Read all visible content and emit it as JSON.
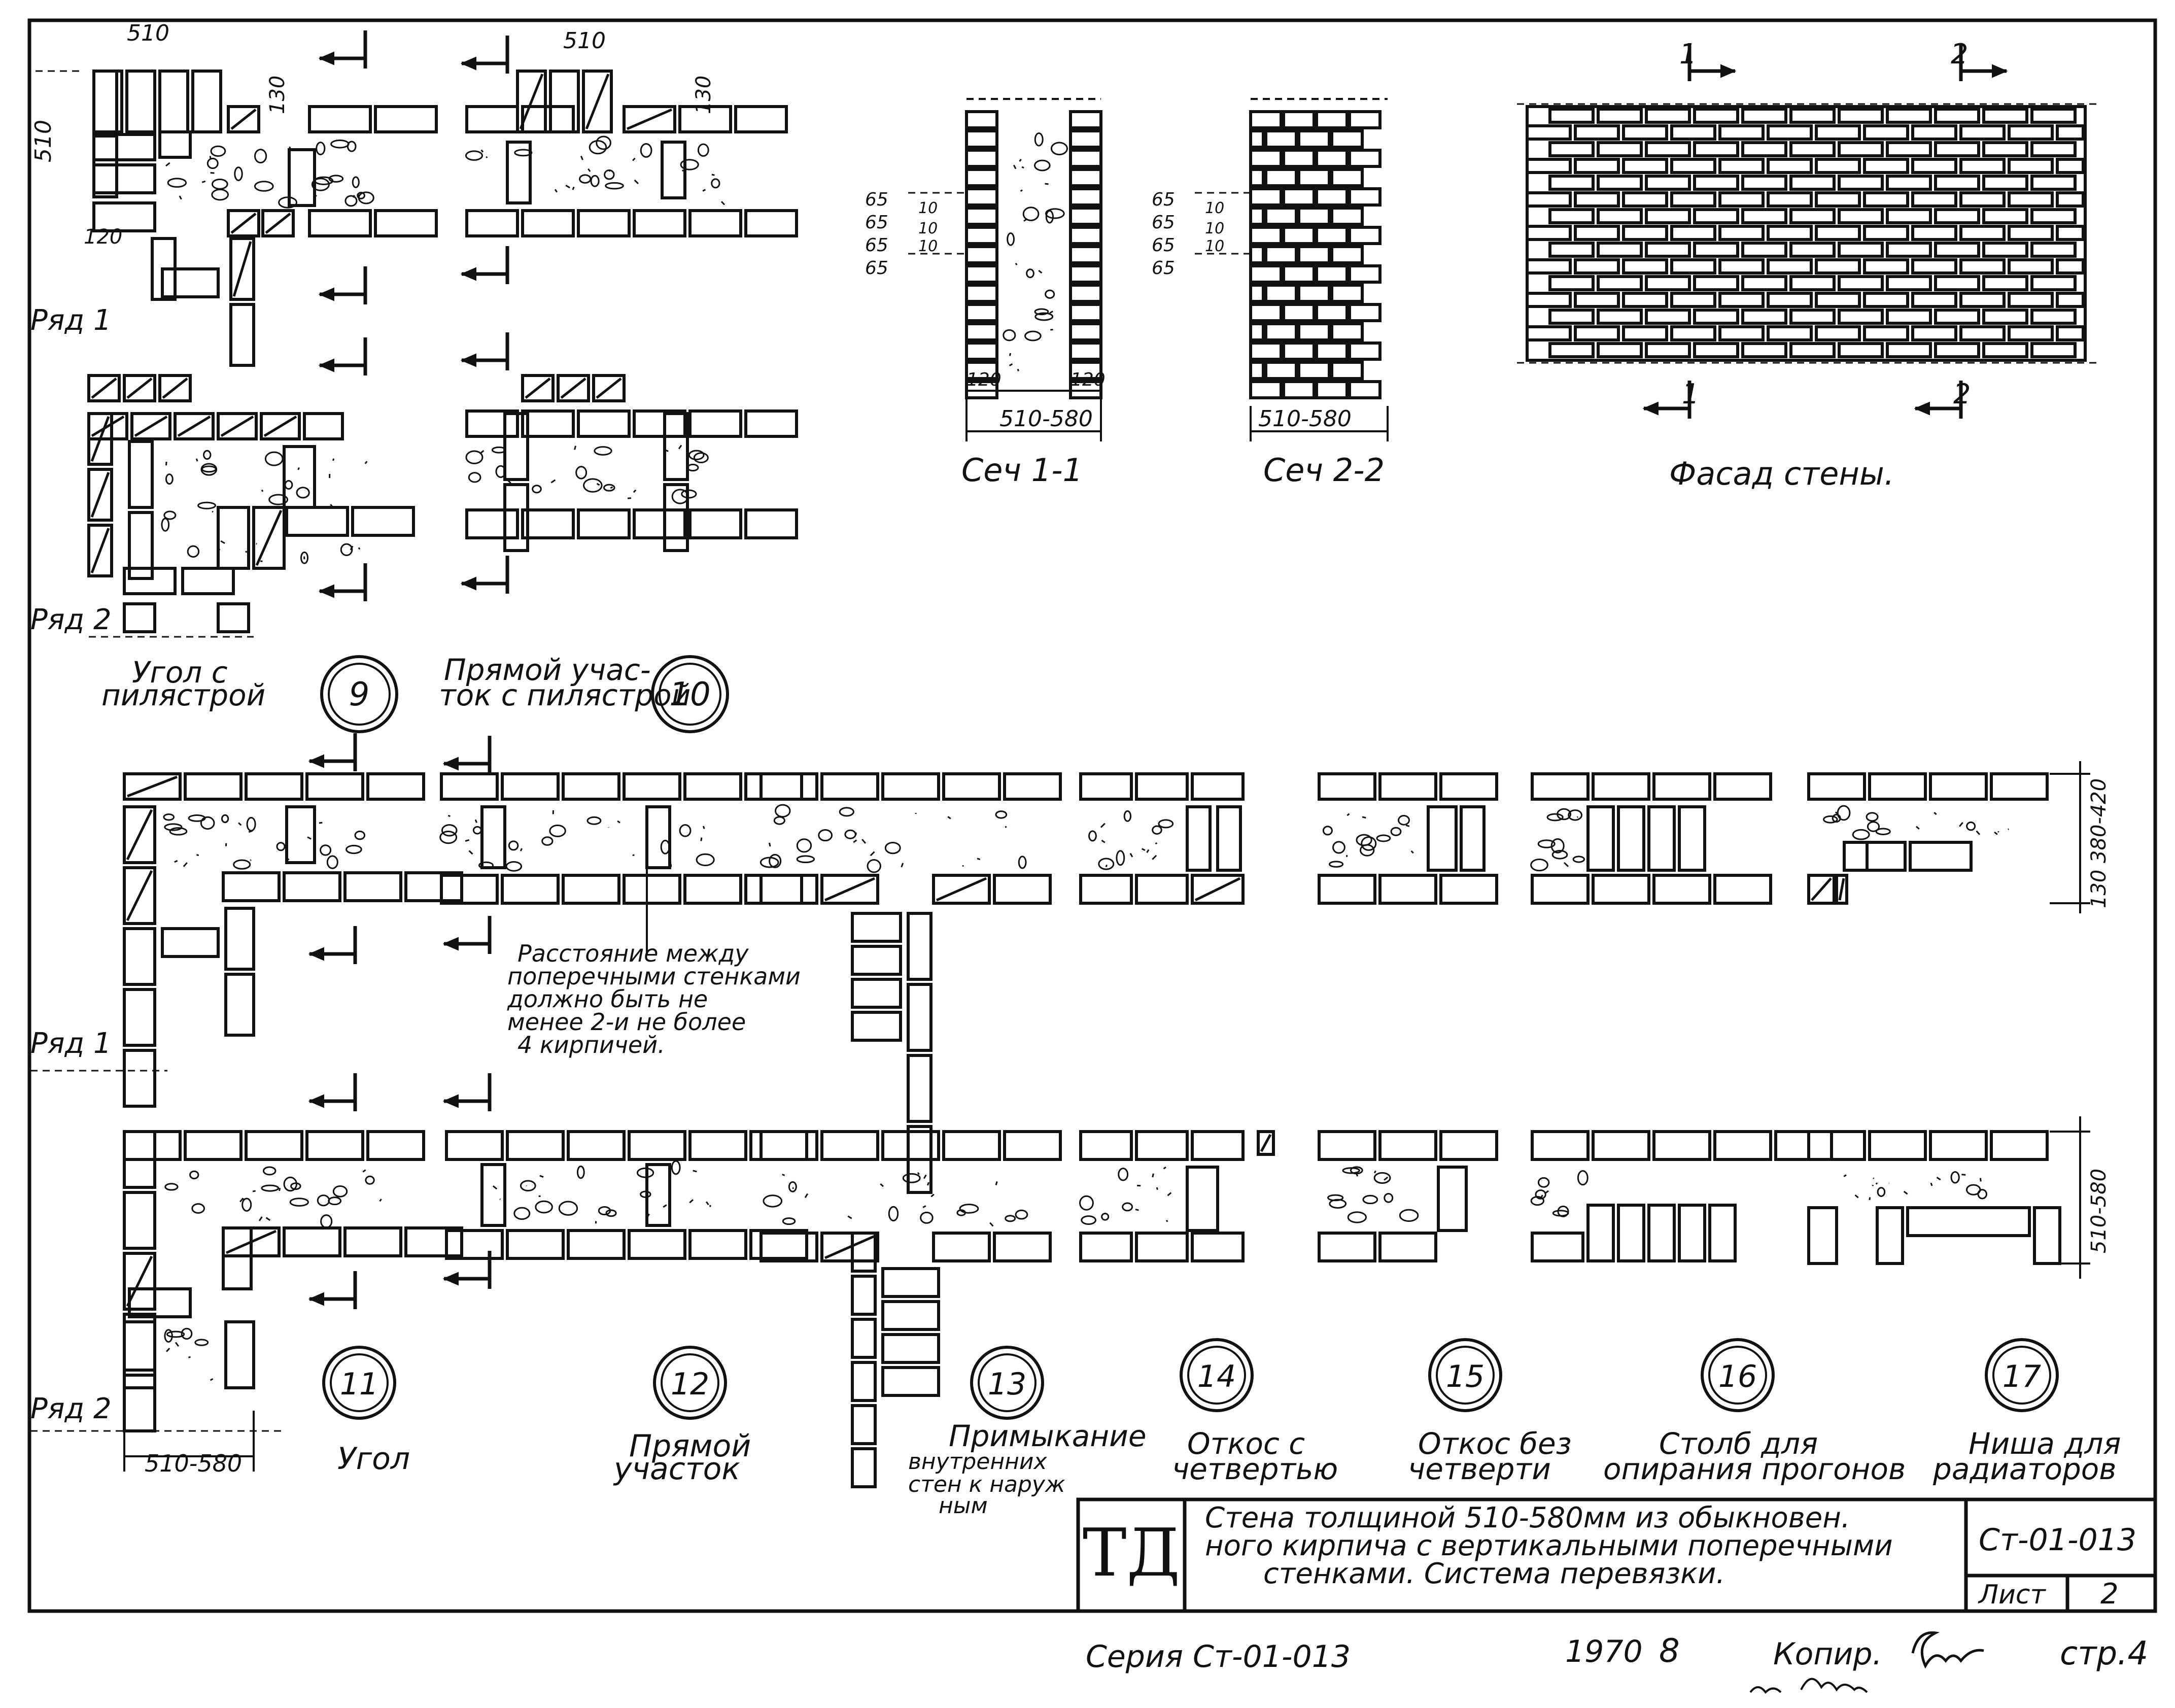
{
  "sheet": {
    "series_code": "Ст-01-013",
    "sheet_label": "Лист",
    "sheet_number": "2",
    "stamp_logo": "ТД",
    "title_lines": [
      "Стена толщиной 510-580мм из обыкновен.",
      "ного кирпича с вертикальными поперечными",
      "стенками. Система перевязки."
    ]
  },
  "footer": {
    "series": "Серия Ст-01-013",
    "year": "1970",
    "number": "8",
    "copied_by": "Копир.",
    "page": "стр.4"
  },
  "top_section": {
    "dim_510": "510",
    "dim_130": "130",
    "dim_120": "120",
    "section_mark_1": "1",
    "section_mark_2": "2",
    "row_1": "Ряд 1",
    "row_2": "Ряд 2",
    "corner_caption": [
      "Угол с",
      "пилястрой"
    ],
    "straight_caption": [
      "Прямой учас-",
      "ток с пилястрой"
    ],
    "num_9": "9",
    "num_10": "10"
  },
  "sections": {
    "sec11": {
      "caption": "Сеч 1-1",
      "width": "510-580",
      "wall_left": "120",
      "wall_right": "120",
      "course_heights": [
        "65",
        "65",
        "65",
        "65"
      ],
      "joint_heights": [
        "10",
        "10",
        "10"
      ]
    },
    "sec22": {
      "caption": "Сеч 2-2",
      "width": "510-580",
      "course_heights": [
        "65",
        "65",
        "65",
        "65"
      ],
      "joint_heights": [
        "10",
        "10",
        "10"
      ]
    }
  },
  "facade": {
    "caption": "Фасад стены.",
    "mark_1": "1",
    "mark_2": "2"
  },
  "bottom_section": {
    "row_1": "Ряд 1",
    "row_2": "Ряд 2",
    "note": [
      "Расстояние между",
      "поперечными стенками",
      "должно быть не",
      "менее 2-и не более",
      "4 кирпичей."
    ],
    "dim_bottom": "510-580",
    "dim_right_top": "130 380-420",
    "dim_right_bottom": "510-580",
    "details": [
      {
        "num": "11",
        "caption": [
          "Угол"
        ]
      },
      {
        "num": "12",
        "caption": [
          "Прямой",
          "участок"
        ]
      },
      {
        "num": "13",
        "caption": [
          "Примыкание",
          "внутренних",
          "стен к наруж",
          "ным"
        ]
      },
      {
        "num": "14",
        "caption": [
          "Откос с",
          "четвертью"
        ]
      },
      {
        "num": "15",
        "caption": [
          "Откос без",
          "четверти"
        ]
      },
      {
        "num": "16",
        "caption": [
          "Столб для",
          "опирания прогонов"
        ]
      },
      {
        "num": "17",
        "caption": [
          "Ниша для",
          "радиаторов"
        ]
      }
    ]
  }
}
